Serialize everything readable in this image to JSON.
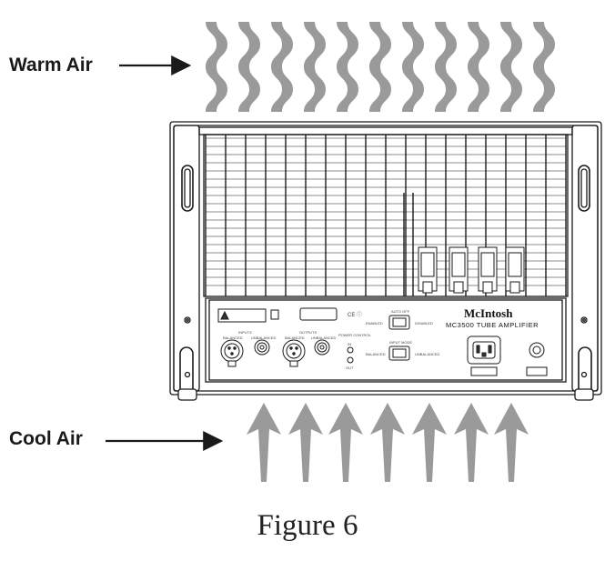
{
  "labels": {
    "warm_air": "Warm Air",
    "cool_air": "Cool Air",
    "caption": "Figure 6"
  },
  "panel": {
    "brand": "McIntosh",
    "model": "MC3500 TUBE AMPLIFIER",
    "inputs": "INPUTS",
    "outputs": "OUTPUTS",
    "balanced": "BALANCED",
    "unbalanced": "UNBALANCED",
    "power_control": "POWER CONTROL",
    "in": "IN",
    "out": "OUT",
    "auto_off": "AUTO OFF",
    "enabled": "ENABLED",
    "disabled": "DISABLED",
    "input_mode": "INPUT MODE",
    "ce_mark": "CE ⓘ"
  },
  "colors": {
    "arrow_gray": "#9a9a9a",
    "outline": "#1a1a1a"
  }
}
